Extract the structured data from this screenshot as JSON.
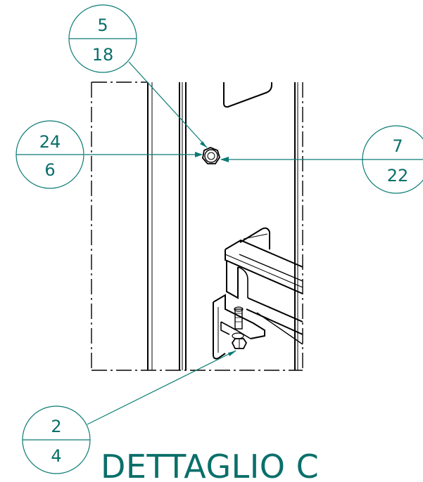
{
  "title": "DETTAGLIO C",
  "colors": {
    "annotation": "#0a7a74",
    "ink": "#000000"
  },
  "balloons": [
    {
      "id": "b1",
      "top": "5",
      "bottom": "18"
    },
    {
      "id": "b2",
      "top": "24",
      "bottom": "6"
    },
    {
      "id": "b3",
      "top": "7",
      "bottom": "22"
    },
    {
      "id": "b4",
      "top": "2",
      "bottom": "4"
    }
  ]
}
